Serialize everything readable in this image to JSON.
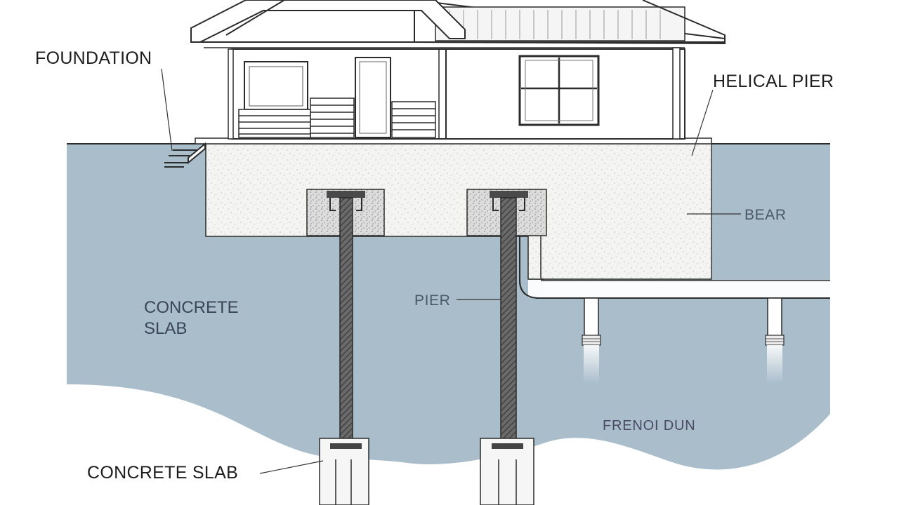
{
  "labels": {
    "foundation": "FOUNDATION",
    "helical_pier": "HELICAL PIER",
    "bear": "BEAR",
    "concrete_slab_left_line1": "CONCRETE",
    "concrete_slab_left_line2": "SLAB",
    "pier": "PIER",
    "french_drain": "FRENOI DUN",
    "concrete_slab_bottom": "CONCRETE SLAB"
  },
  "colors": {
    "soil": "#a9bdcb",
    "deep_soil": "#ffffff",
    "slab": "#f3f3f1",
    "pier_shaft": "#5d5d5d",
    "outline": "#2b2b2b"
  },
  "icons": {
    "house": "house-illustration",
    "pier": "helical-pier-shaft",
    "drain": "drain-pipe"
  }
}
